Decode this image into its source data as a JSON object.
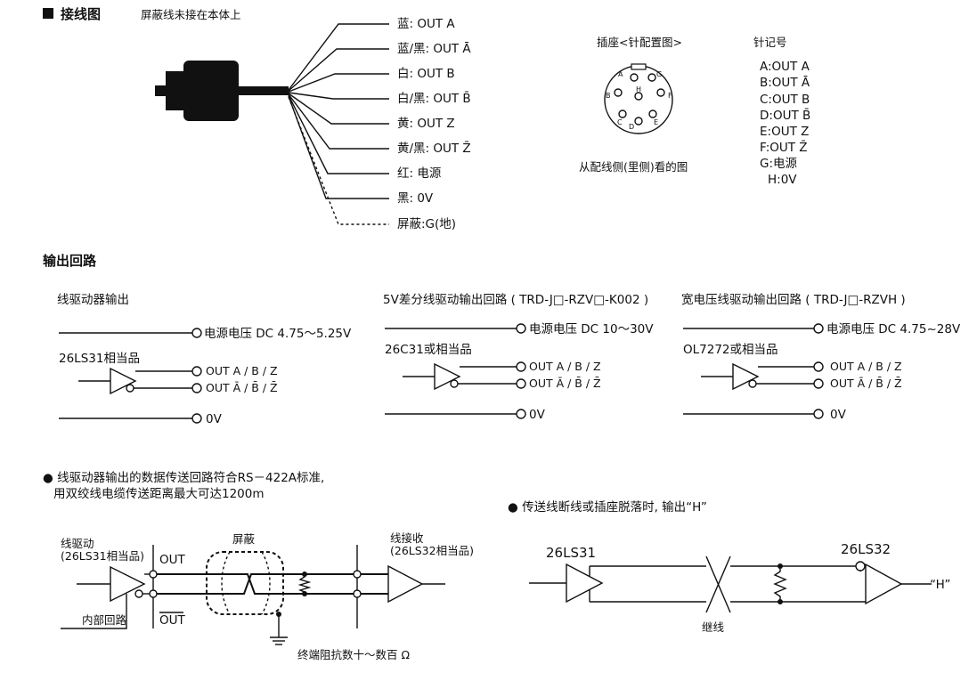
{
  "wiring": {
    "title": "接线图",
    "note": "屏蔽线未接在本体上",
    "wires": [
      "蓝:  OUT A",
      "蓝/黑: OUT Ā",
      "白:  OUT B",
      "白/黑: OUT B̄",
      "黄:  OUT Z",
      "黄/黑: OUT  Z̄",
      "红:  电源",
      "黑:  0V",
      "屏蔽:G(地)"
    ]
  },
  "connector": {
    "title": "插座<针配置图>",
    "caption": "从配线侧(里侧)看的图",
    "pins": [
      "A",
      "G",
      "B",
      "H",
      "F",
      "C",
      "D",
      "E"
    ]
  },
  "pin_map": {
    "title": "针记号",
    "items": [
      "A:OUT A",
      "B:OUT Ā",
      "C:OUT B",
      "D:OUT B̄",
      "E:OUT Z",
      "F:OUT Z̄",
      "G:电源",
      "H:0V"
    ]
  },
  "output": {
    "title": "输出回路",
    "circuits": [
      {
        "title": "线驱动器输出",
        "power": "电源电压 DC 4.75～5.25V",
        "chip": "26LS31相当品",
        "out_pos": "OUT  A / B / Z",
        "out_neg": "OUT  Ā / B̄ / Z̄",
        "gnd": "0V"
      },
      {
        "title": "5V差分线驱动输出回路 ( TRD-J□-RZV□-K002 )",
        "power": "电源电压 DC 10～30V",
        "chip": "26C31或相当品",
        "out_pos": "OUT  A / B / Z",
        "out_neg": "OUT  Ā / B̄ / Z̄",
        "gnd": "0V"
      },
      {
        "title": "宽电压线驱动输出回路 ( TRD-J□-RZVH )",
        "power": "电源电压 DC 4.75~28V",
        "chip": "OL7272或相当品",
        "out_pos": "OUT  A / B / Z",
        "out_neg": "OUT  Ā / B̄ / Z̄",
        "gnd": "0V"
      }
    ]
  },
  "transmission": {
    "note_line1": "● 线驱动器输出的数据传送回路符合RS－422A标准,",
    "note_line2": "用双绞线电缆传送距离最大可达1200m",
    "driver_label1": "线驱动",
    "driver_label2": "(26LS31相当品)",
    "out_label": "OUT",
    "out_bar_label": "OUT",
    "internal_label": "内部回路",
    "shield_label": "屏蔽",
    "receiver_label1": "线接收",
    "receiver_label2": "(26LS32相当品)",
    "termination": "终端阻抗数十～数百 Ω"
  },
  "break_detect": {
    "note": "● 传送线断线或插座脱落时, 输出“H”",
    "left_chip": "26LS31",
    "right_chip": "26LS32",
    "output": "“H”",
    "cut_label": "继线"
  }
}
